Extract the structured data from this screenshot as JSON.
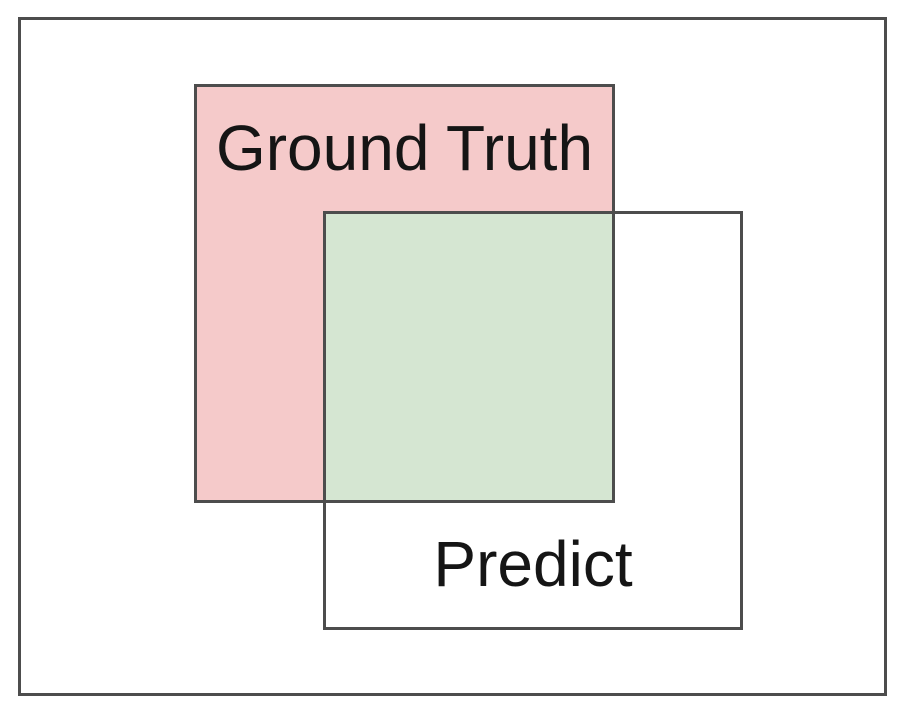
{
  "diagram": {
    "description": "IoU-style diagram of two overlapping bounding boxes",
    "background": "#ffffff",
    "border_color": "#4d4d4d",
    "text_color": "#151515",
    "ground_truth": {
      "label": "Ground Truth",
      "fill": "#f5caca"
    },
    "predict": {
      "label": "Predict",
      "fill": "transparent"
    },
    "overlap": {
      "fill": "#d5e6d2"
    }
  }
}
